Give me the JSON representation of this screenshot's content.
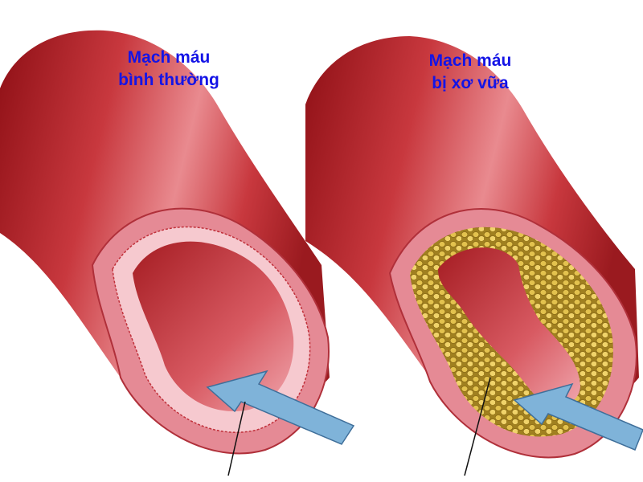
{
  "labels": {
    "normal_vessel": [
      "Mạch máu",
      "bình thường"
    ],
    "atherosclerotic_vessel": [
      "Mạch máu",
      "bị xơ vữa"
    ]
  },
  "colors": {
    "label_text": "#1414e6",
    "vessel_dark": "#a3161c",
    "vessel_mid": "#d2484d",
    "vessel_light": "#f2b8bf",
    "plaque": "#d9b53c",
    "arrow": "#7fb3d9"
  }
}
